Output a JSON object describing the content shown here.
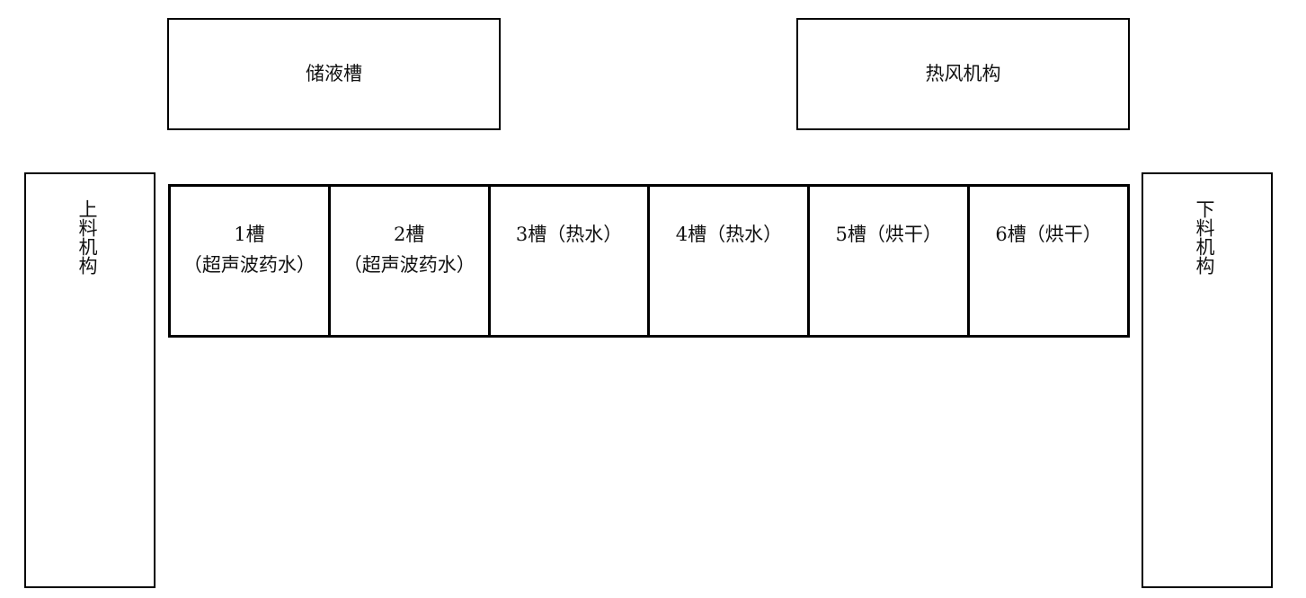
{
  "top_boxes": {
    "storage_tank": "储液槽",
    "hot_air": "热风机构"
  },
  "side_boxes": {
    "loading": "上料机构",
    "unloading": "下料机构"
  },
  "tanks": [
    {
      "line1": "1槽",
      "line2": "（超声波药水）"
    },
    {
      "line1": "2槽",
      "line2": "（超声波药水）"
    },
    {
      "line1": "3槽（热水）",
      "line2": ""
    },
    {
      "line1": "4槽（热水）",
      "line2": ""
    },
    {
      "line1": "5槽（烘干）",
      "line2": ""
    },
    {
      "line1": "6槽（烘干）",
      "line2": ""
    }
  ]
}
